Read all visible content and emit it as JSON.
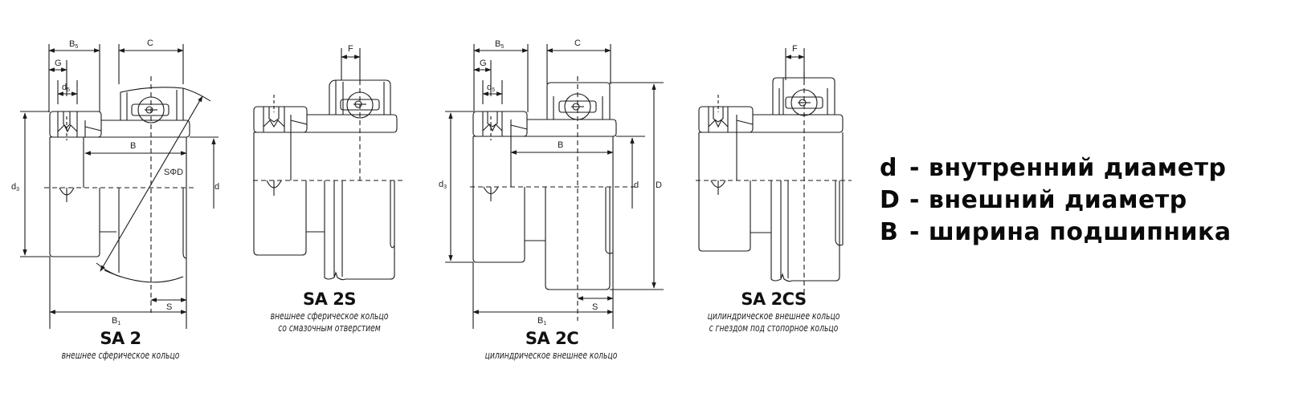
{
  "diagrams": [
    {
      "id": "SA2",
      "title": "SA 2",
      "caption_lines": [
        "внешнее сферическое кольцо"
      ],
      "dimension_labels": [
        "B5",
        "G",
        "d5",
        "C",
        "B",
        "SΦD",
        "d3",
        "d",
        "S",
        "B1"
      ]
    },
    {
      "id": "SA2S",
      "title": "SA 2S",
      "caption_lines": [
        "внешнее сферическое кольцо",
        "со смазочным отверстием"
      ],
      "dimension_labels": [
        "F"
      ]
    },
    {
      "id": "SA2C",
      "title": "SA 2C",
      "caption_lines": [
        "цилиндрическое внешнее кольцо"
      ],
      "dimension_labels": [
        "B5",
        "G",
        "d5",
        "C",
        "B",
        "d3",
        "d",
        "D",
        "S",
        "B1"
      ]
    },
    {
      "id": "SA2CS",
      "title": "SA 2CS",
      "caption_lines": [
        "цилиндрическое внешнее кольцо",
        "с гнездом под стопорное кольцо"
      ],
      "dimension_labels": [
        "F"
      ]
    }
  ],
  "dims": {
    "B": "B",
    "B_sub5": "5",
    "G": "G",
    "d": "d",
    "d_sub5": "5",
    "d_sub3": "3",
    "C": "C",
    "S": "S",
    "B_sub1": "1",
    "D": "D",
    "F": "F",
    "SPhiD": "SΦD"
  },
  "legend": [
    {
      "key": "d",
      "separator": " - ",
      "text": "внутренний диаметр"
    },
    {
      "key": "D",
      "separator": " - ",
      "text": "внешний диаметр"
    },
    {
      "key": "B",
      "separator": " - ",
      "text": "ширина подшипника"
    }
  ],
  "colors": {
    "line": "#1a1a1a",
    "text": "#111111",
    "background": "#ffffff"
  }
}
